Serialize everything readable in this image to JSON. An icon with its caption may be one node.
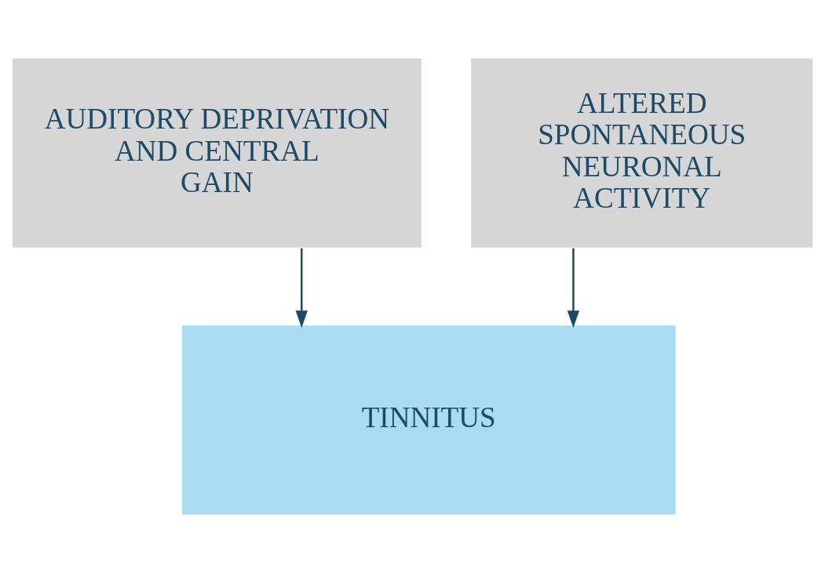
{
  "diagram": {
    "nodes": [
      {
        "text": [
          "AUDITORY DEPRIVATION AND CENTRAL GAIN"
        ]
      },
      {
        "text": [
          "ALTERED SPONTANEOUS NEURONAL ACTIVITY"
        ]
      },
      {
        "text": [
          "TINNITUS"
        ]
      }
    ],
    "edges": [
      {
        "from": 0,
        "to": 2,
        "arrow": "to"
      },
      {
        "from": 1,
        "to": 2,
        "arrow": "to"
      }
    ]
  }
}
